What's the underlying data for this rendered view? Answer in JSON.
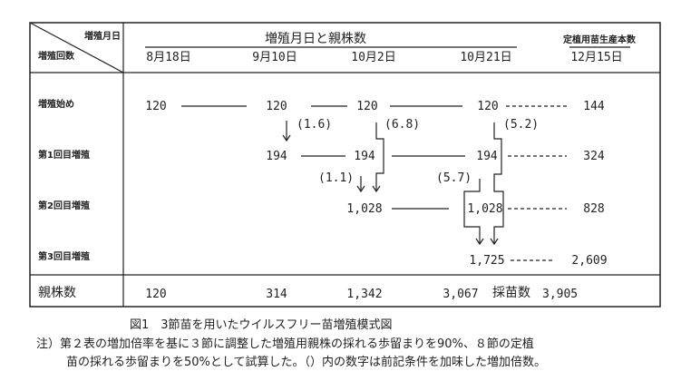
{
  "header": {
    "corner_top": "増殖月日",
    "corner_bottom": "増殖回数",
    "group_title": "増殖月日と親株数",
    "final_title": "定植用苗生産本数",
    "dates": [
      "8月18日",
      "9月10日",
      "10月2日",
      "10月21日",
      "12月15日"
    ]
  },
  "rows": [
    {
      "label": "増殖始め",
      "values": [
        "120",
        "120",
        "120",
        "120",
        "144"
      ]
    },
    {
      "label": "第1回目増殖",
      "values": [
        "194",
        "194",
        "194",
        "324"
      ]
    },
    {
      "label": "第2回目増殖",
      "values": [
        "1,028",
        "1,028",
        "828"
      ]
    },
    {
      "label": "第3回目増殖",
      "values": [
        "1,725",
        "2,609"
      ]
    }
  ],
  "multipliers": [
    "(1.6)",
    "(6.8)",
    "(5.2)",
    "(1.1)",
    "(5.7)"
  ],
  "totals": {
    "label": "親株数",
    "values": [
      "120",
      "314",
      "1,342",
      "3,067"
    ],
    "seedling_label": "採苗数",
    "seedling_value": "3,905"
  },
  "caption": "図1　3節苗を用いたウイルスフリー苗増殖模式図",
  "notes": [
    "注）第２表の増加倍率を基に３節に調整した増殖用親株の採れる歩留まりを90%、８節の定植",
    "苗の採れる歩留まりを50%として試算した。（）内の数字は前記条件を加味した増加倍数。"
  ]
}
